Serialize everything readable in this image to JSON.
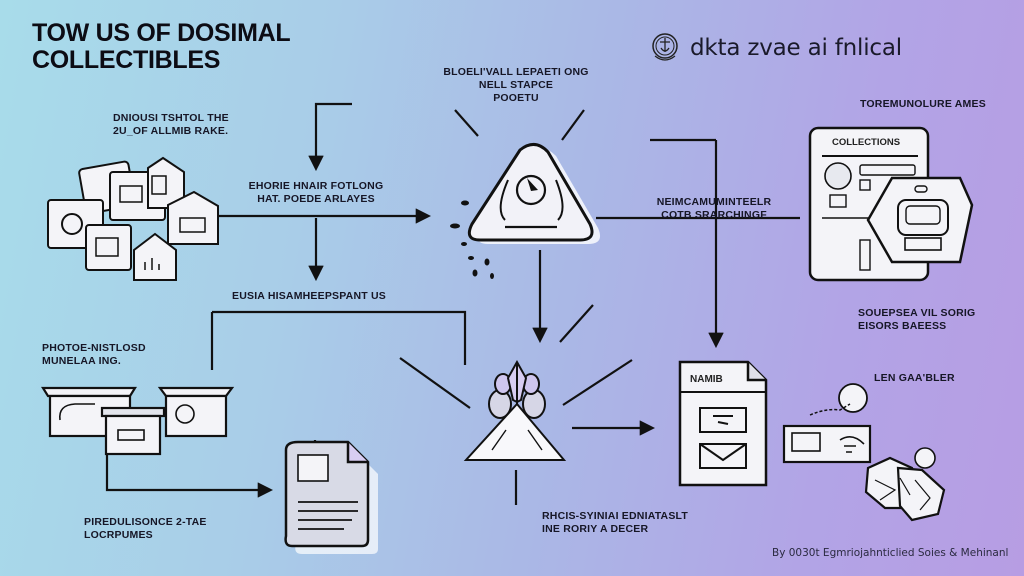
{
  "header": {
    "title_line1": "TOW US OF DOSIMAL",
    "title_line2": "COLLECTIBLES",
    "brand_text": "dkta zvae ai fnlical",
    "brand_icon": "emblem-icon"
  },
  "labels": {
    "top_left": [
      "DNIOUSI TSHTOL THE",
      "2U_OF ALLMIB RAKE."
    ],
    "top_center": [
      "BLOELI'VALL LEPAETI ONG",
      "NELL STAPCE",
      "POOETU"
    ],
    "left_mid": [
      "EHORIE HNAIR FOTLONG",
      "HAT. POEDE ARLAYES"
    ],
    "center_right": [
      "NEIMCAMUMINTEELR",
      "COTB SRARCHINGF"
    ],
    "top_right": [
      "TOREMUNOLURE AMES"
    ],
    "right_mid": [
      "SOUEPSEA VIL SORIG",
      "EISORS BAEESS"
    ],
    "mid_bar": [
      "EUSIA HISAMHEEPSPANT US"
    ],
    "left_lower": [
      "PHOTOE-NISTLOSD",
      "MUNELAA ING."
    ],
    "bottom_left": [
      "PIREDULISONCE 2-TAE",
      "LOCRPUMES"
    ],
    "bottom_center": [
      "RHCIS-SYINIAI EDNIATASLT",
      "INE RORIY A DECER"
    ],
    "right_lower": [
      "LEN GAA'BLER"
    ],
    "collections_card_title": "COLLECTIONS",
    "document_card_title": "NAMIB"
  },
  "footer": {
    "credit": "By 0030t Egmriojahnticlied Soies & Mehinanl"
  },
  "colors": {
    "stroke": "#111111",
    "card_fill": "#f4f4f8",
    "accent_lavender": "#d8cdf2",
    "doc_fill": "#d9dbe6"
  }
}
